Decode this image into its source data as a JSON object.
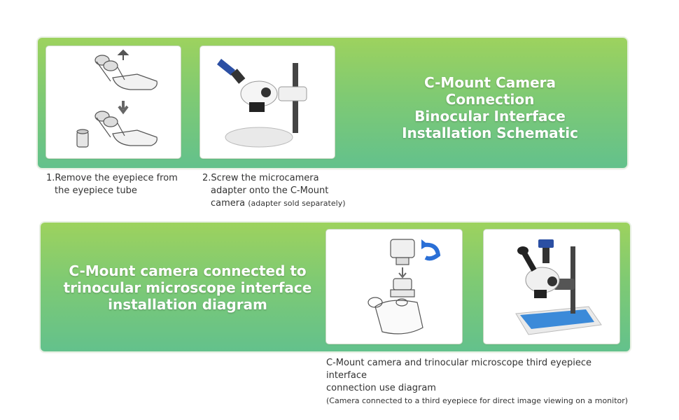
{
  "top_panel": {
    "title_lines": [
      "C-Mount Camera Connection",
      "Binocular Interface",
      "Installation Schematic"
    ]
  },
  "bottom_panel": {
    "title_lines": [
      "C-Mount camera connected to",
      "trinocular microscope interface",
      "installation diagram"
    ]
  },
  "captions": {
    "step1": {
      "number": "1.",
      "line1": "Remove the eyepiece from",
      "line2": "the eyepiece tube"
    },
    "step2": {
      "number": "2.",
      "line1": "Screw the microcamera",
      "line2": "adapter onto the C-Mount",
      "line3": "camera",
      "note": "(adapter sold separately)"
    },
    "trinocular": {
      "line1": "C-Mount camera and trinocular microscope third eyepiece interface",
      "line2": "connection use diagram",
      "note": "(Camera connected to a third eyepiece for direct image viewing on a monitor)"
    }
  },
  "colors": {
    "panel_top": "#9dd25e",
    "panel_bottom": "#63c18c",
    "accent_arrow": "#2a6fd6",
    "camera_blue": "#2b4fa3",
    "stage_blue": "#3b8ad9"
  }
}
